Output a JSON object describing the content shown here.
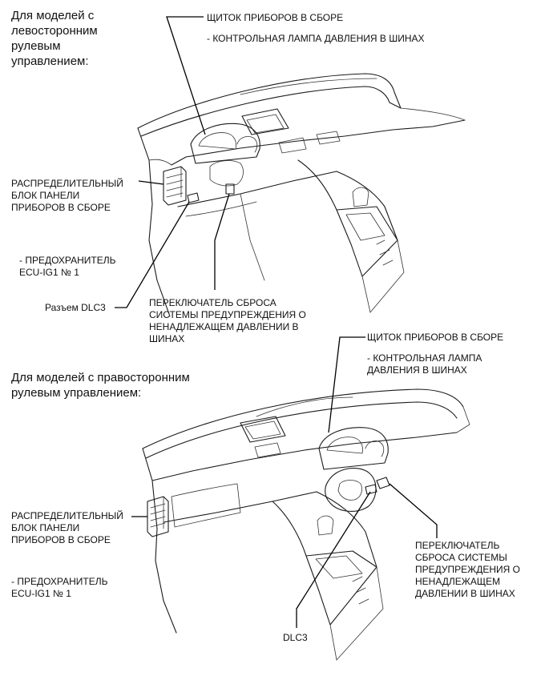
{
  "lhd": {
    "heading": [
      "Для моделей с",
      "левосторонним",
      "рулевым",
      "управлением:"
    ],
    "cluster_label": "ЩИТОК ПРИБОРОВ В СБОРЕ",
    "cluster_sub": "- КОНТРОЛЬНАЯ ЛАМПА ДАВЛЕНИЯ В ШИНАХ",
    "junction_label": [
      "РАСПРЕДЕЛИТЕЛЬНЫЙ",
      "БЛОК ПАНЕЛИ",
      "ПРИБОРОВ В СБОРЕ"
    ],
    "fuse_label": [
      "- ПРЕДОХРАНИТЕЛЬ",
      "ECU-IG1 № 1"
    ],
    "dlc_label": "Разъем DLC3",
    "switch_label": [
      "ПЕРЕКЛЮЧАТЕЛЬ СБРОСА",
      "СИСТЕМЫ ПРЕДУПРЕЖДЕНИЯ О",
      "НЕНАДЛЕЖАЩЕМ ДАВЛЕНИИ В",
      "ШИНАХ"
    ]
  },
  "rhd": {
    "heading": [
      "Для моделей с правосторонним",
      "рулевым управлением:"
    ],
    "cluster_label": "ЩИТОК ПРИБОРОВ В СБОРЕ",
    "cluster_sub": [
      "- КОНТРОЛЬНАЯ ЛАМПА",
      "ДАВЛЕНИЯ В ШИНАХ"
    ],
    "junction_label": [
      "РАСПРЕДЕЛИТЕЛЬНЫЙ",
      "БЛОК ПАНЕЛИ",
      "ПРИБОРОВ В СБОРЕ"
    ],
    "fuse_label": [
      "- ПРЕДОХРАНИТЕЛЬ",
      "ECU-IG1 № 1"
    ],
    "switch_label": [
      "ПЕРЕКЛЮЧАТЕЛЬ",
      "СБРОСА СИСТЕМЫ",
      "ПРЕДУПРЕЖДЕНИЯ О",
      "НЕНАДЛЕЖАЩЕМ",
      "ДАВЛЕНИИ В ШИНАХ"
    ],
    "dlc_label": "DLC3"
  }
}
